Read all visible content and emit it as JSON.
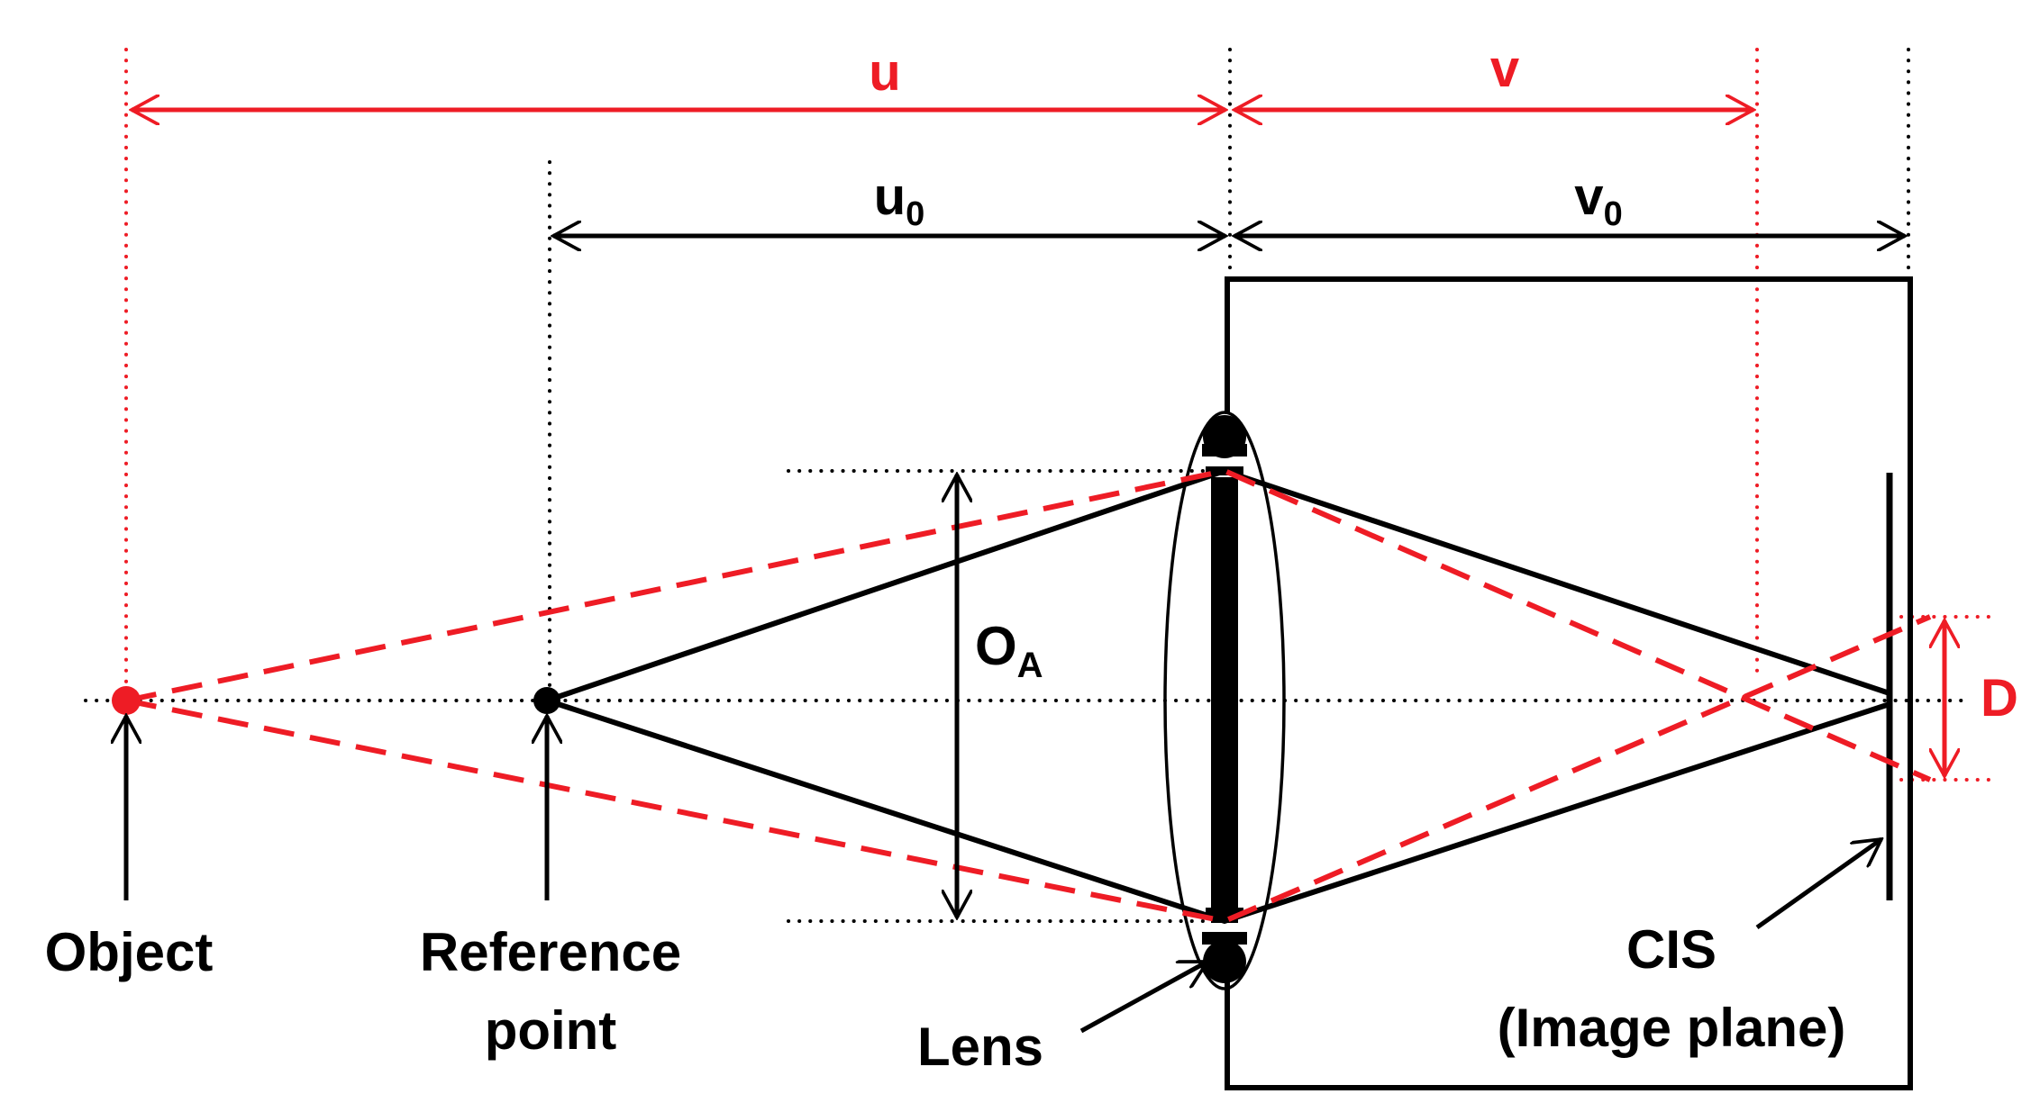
{
  "colors": {
    "black": "#000000",
    "red": "#ee1c25",
    "background": "#ffffff"
  },
  "labels": {
    "u": "u",
    "v": "v",
    "u0_main": "u",
    "u0_sub": "0",
    "v0_main": "v",
    "v0_sub": "0",
    "oa_main": "O",
    "oa_sub": "A",
    "d": "D",
    "object": "Object",
    "reference_line1": "Reference",
    "reference_line2": "point",
    "lens": "Lens",
    "cis_line1": "CIS",
    "cis_line2": "(Image plane)"
  }
}
